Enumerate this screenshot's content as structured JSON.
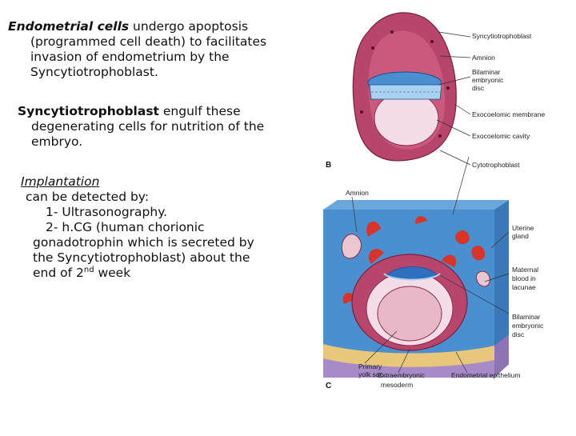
{
  "para1": {
    "lead": "Endometrial cells",
    "line1_rest": " undergo apoptosis",
    "line2": "(programmed cell death) to facilitates",
    "line3": "invasion of endometrium by the",
    "line4": "Syncytiotrophoblast."
  },
  "para2": {
    "lead": "Syncytiotrophoblast",
    "line1_rest": " engulf these",
    "line2": "degenerating cells for nutrition of the",
    "line3": "embryo."
  },
  "para3": {
    "heading": "Implantation",
    "line1": "can be detected by:",
    "item1": "1- Ultrasonography.",
    "item2": "2- h.CG (human chorionic",
    "item2_l2": "gonadotrophin which is secreted by",
    "item2_l3": "the Syncytiotrophoblast) about  the",
    "item2_l4_pre": "end of 2",
    "item2_sup": "nd",
    "item2_l4_post": " week"
  },
  "figure": {
    "letter_b": "B",
    "letter_c": "C",
    "labels_b": [
      "Syncytiotrophoblast",
      "Amnion",
      "Bilaminar",
      "embryonic",
      "disc",
      "Exocoelomic membrane",
      "Exocoelomic cavity",
      "Cytotrophoblast"
    ],
    "labels_c": [
      "Amnion",
      "Uterine",
      "gland",
      "Maternal",
      "blood in",
      "lacunae",
      "Bilaminar",
      "embryonic",
      "disc",
      "Primary",
      "yolk sac",
      "Extraembryonic",
      "mesoderm",
      "Endometrial epithelium"
    ],
    "colors": {
      "trophoblast": "#b8456b",
      "endometrium": "#4a8fd0",
      "blood": "#d8342a",
      "disc": "#2f6fc0",
      "yolk": "#e8b7c8",
      "epithelium": "#a68bc8",
      "sand": "#e8c77a"
    }
  }
}
